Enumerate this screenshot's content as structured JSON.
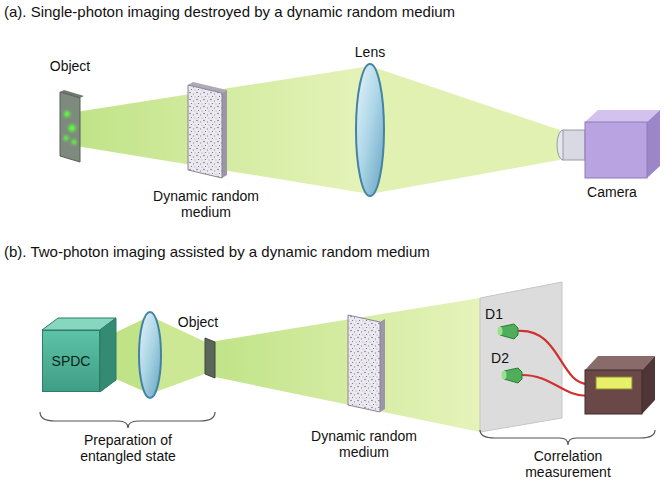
{
  "diagram": {
    "nodes": [
      {
        "text": [
          "SPDC"
        ]
      }
    ],
    "labels": [
      "(a). Single-photon imaging destroyed by a dynamic random medium",
      "Object",
      "Dynamic random medium",
      "Lens",
      "Camera",
      "(b). Two-photon imaging assisted by a dynamic random medium",
      "Object",
      "Dynamic random medium",
      "D1",
      "D2",
      "Preparation of entangled state",
      "Correlation measurement"
    ]
  }
}
